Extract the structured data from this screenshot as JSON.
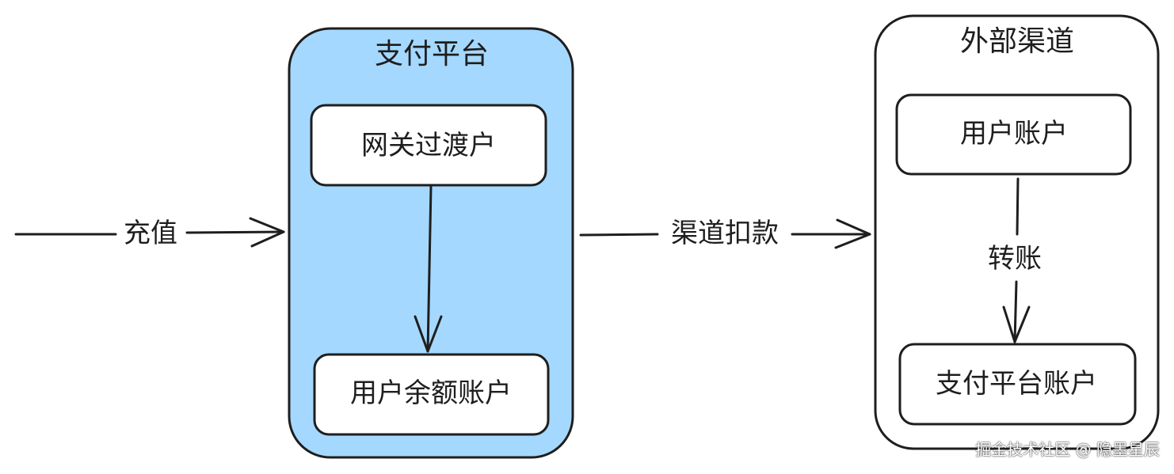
{
  "platform": {
    "title": "支付平台",
    "gateway_account": "网关过渡户",
    "balance_account": "用户余额账户",
    "fill_color": "#a5d8ff"
  },
  "channel": {
    "title": "外部渠道",
    "user_account": "用户账户",
    "platform_account": "支付平台账户"
  },
  "edges": {
    "recharge": "充值",
    "channel_deduct": "渠道扣款",
    "transfer": "转账"
  },
  "watermark": "掘金技术社区 @ 隐墨星辰"
}
